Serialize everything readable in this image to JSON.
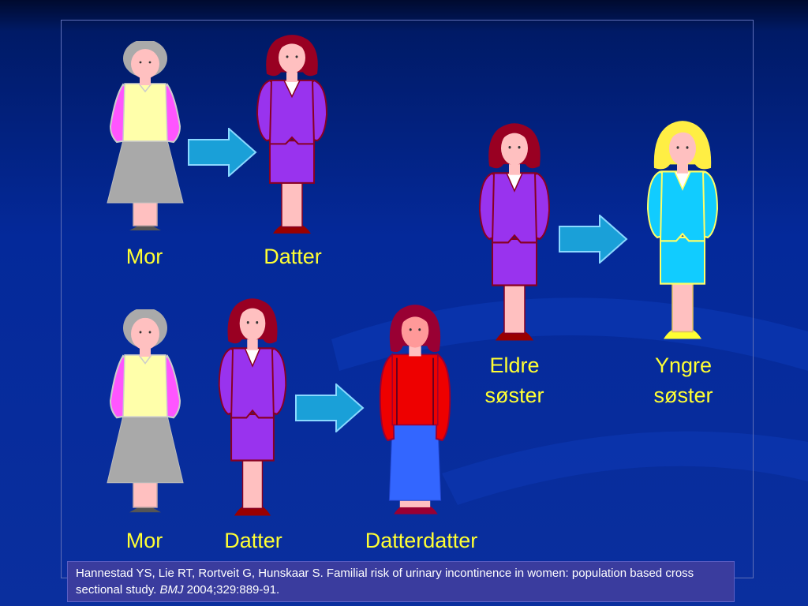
{
  "slide": {
    "labels": {
      "top_mother": "Mor",
      "top_daughter": "Datter",
      "elder_sister_line1": "Eldre",
      "elder_sister_line2": "søster",
      "younger_sister_line1": "Yngre",
      "younger_sister_line2": "søster",
      "bottom_mother": "Mor",
      "bottom_daughter": "Datter",
      "granddaughter": "Datterdatter"
    },
    "citation": {
      "text_before": "Hannestad YS, Lie RT, Rortveit G, Hunskaar S. Familial risk of urinary incontinence in women: population based cross sectional study. ",
      "journal": "BMJ",
      "text_after": " 2004;329:889-91."
    }
  },
  "colors": {
    "label_text": "#ffff33",
    "arrow_fill": "#1aa0d8",
    "citation_background": "#3a3c9e"
  }
}
